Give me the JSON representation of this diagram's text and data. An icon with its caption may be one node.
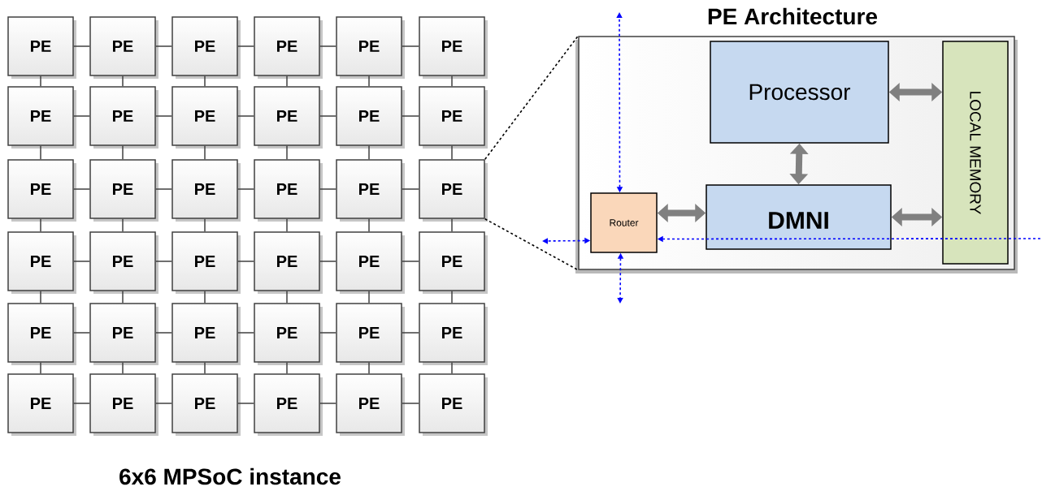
{
  "diagram": {
    "caption": "6x6 MPSoC instance",
    "nodes": [
      {
        "text": [
          "PE"
        ]
      },
      {
        "text": [
          "PE"
        ]
      },
      {
        "text": [
          "PE"
        ]
      },
      {
        "text": [
          "PE"
        ]
      },
      {
        "text": [
          "PE"
        ]
      },
      {
        "text": [
          "PE"
        ]
      },
      {
        "text": [
          "PE"
        ]
      },
      {
        "text": [
          "PE"
        ]
      },
      {
        "text": [
          "PE"
        ]
      },
      {
        "text": [
          "PE"
        ]
      },
      {
        "text": [
          "PE"
        ]
      },
      {
        "text": [
          "PE"
        ]
      },
      {
        "text": [
          "PE"
        ]
      },
      {
        "text": [
          "PE"
        ]
      },
      {
        "text": [
          "PE"
        ]
      },
      {
        "text": [
          "PE"
        ]
      },
      {
        "text": [
          "PE"
        ]
      },
      {
        "text": [
          "PE"
        ]
      },
      {
        "text": [
          "PE"
        ]
      },
      {
        "text": [
          "PE"
        ]
      },
      {
        "text": [
          "PE"
        ]
      },
      {
        "text": [
          "PE"
        ]
      },
      {
        "text": [
          "PE"
        ]
      },
      {
        "text": [
          "PE"
        ]
      },
      {
        "text": [
          "PE"
        ]
      },
      {
        "text": [
          "PE"
        ]
      },
      {
        "text": [
          "PE"
        ]
      },
      {
        "text": [
          "PE"
        ]
      },
      {
        "text": [
          "PE"
        ]
      },
      {
        "text": [
          "PE"
        ]
      },
      {
        "text": [
          "PE"
        ]
      },
      {
        "text": [
          "PE"
        ]
      },
      {
        "text": [
          "PE"
        ]
      },
      {
        "text": [
          "PE"
        ]
      },
      {
        "text": [
          "PE"
        ]
      },
      {
        "text": [
          "PE"
        ]
      },
      {
        "text": [
          "PE Architecture"
        ]
      },
      {
        "text": [
          "Router"
        ],
        "in": 36
      },
      {
        "text": [
          "Processor"
        ],
        "in": 36
      },
      {
        "text": [
          "DMNI"
        ],
        "in": 36
      },
      {
        "text": [
          "LOCAL MEMORY"
        ],
        "in": 36
      }
    ],
    "edges": [
      {
        "from": 0,
        "to": 1,
        "arrow": "none"
      },
      {
        "from": 1,
        "to": 2,
        "arrow": "none"
      },
      {
        "from": 2,
        "to": 3,
        "arrow": "none"
      },
      {
        "from": 3,
        "to": 4,
        "arrow": "none"
      },
      {
        "from": 4,
        "to": 5,
        "arrow": "none"
      },
      {
        "from": 0,
        "to": 6,
        "arrow": "none"
      },
      {
        "from": 1,
        "to": 7,
        "arrow": "none"
      },
      {
        "from": 2,
        "to": 8,
        "arrow": "none"
      },
      {
        "from": 3,
        "to": 9,
        "arrow": "none"
      },
      {
        "from": 4,
        "to": 10,
        "arrow": "none"
      },
      {
        "from": 5,
        "to": 11,
        "arrow": "none"
      },
      {
        "from": 6,
        "to": 7,
        "arrow": "none"
      },
      {
        "from": 7,
        "to": 8,
        "arrow": "none"
      },
      {
        "from": 8,
        "to": 9,
        "arrow": "none"
      },
      {
        "from": 9,
        "to": 10,
        "arrow": "none"
      },
      {
        "from": 10,
        "to": 11,
        "arrow": "none"
      },
      {
        "from": 6,
        "to": 12,
        "arrow": "none"
      },
      {
        "from": 7,
        "to": 13,
        "arrow": "none"
      },
      {
        "from": 8,
        "to": 14,
        "arrow": "none"
      },
      {
        "from": 9,
        "to": 15,
        "arrow": "none"
      },
      {
        "from": 10,
        "to": 16,
        "arrow": "none"
      },
      {
        "from": 11,
        "to": 17,
        "arrow": "none"
      },
      {
        "from": 12,
        "to": 13,
        "arrow": "none"
      },
      {
        "from": 13,
        "to": 14,
        "arrow": "none"
      },
      {
        "from": 14,
        "to": 15,
        "arrow": "none"
      },
      {
        "from": 15,
        "to": 16,
        "arrow": "none"
      },
      {
        "from": 16,
        "to": 17,
        "arrow": "none"
      },
      {
        "from": 12,
        "to": 18,
        "arrow": "none"
      },
      {
        "from": 13,
        "to": 19,
        "arrow": "none"
      },
      {
        "from": 14,
        "to": 20,
        "arrow": "none"
      },
      {
        "from": 15,
        "to": 21,
        "arrow": "none"
      },
      {
        "from": 16,
        "to": 22,
        "arrow": "none"
      },
      {
        "from": 17,
        "to": 23,
        "arrow": "none"
      },
      {
        "from": 18,
        "to": 19,
        "arrow": "none"
      },
      {
        "from": 19,
        "to": 20,
        "arrow": "none"
      },
      {
        "from": 20,
        "to": 21,
        "arrow": "none"
      },
      {
        "from": 21,
        "to": 22,
        "arrow": "none"
      },
      {
        "from": 22,
        "to": 23,
        "arrow": "none"
      },
      {
        "from": 18,
        "to": 24,
        "arrow": "none"
      },
      {
        "from": 19,
        "to": 25,
        "arrow": "none"
      },
      {
        "from": 20,
        "to": 26,
        "arrow": "none"
      },
      {
        "from": 21,
        "to": 27,
        "arrow": "none"
      },
      {
        "from": 22,
        "to": 28,
        "arrow": "none"
      },
      {
        "from": 23,
        "to": 29,
        "arrow": "none"
      },
      {
        "from": 24,
        "to": 25,
        "arrow": "none"
      },
      {
        "from": 25,
        "to": 26,
        "arrow": "none"
      },
      {
        "from": 26,
        "to": 27,
        "arrow": "none"
      },
      {
        "from": 27,
        "to": 28,
        "arrow": "none"
      },
      {
        "from": 28,
        "to": 29,
        "arrow": "none"
      },
      {
        "from": 24,
        "to": 30,
        "arrow": "none"
      },
      {
        "from": 25,
        "to": 31,
        "arrow": "none"
      },
      {
        "from": 26,
        "to": 32,
        "arrow": "none"
      },
      {
        "from": 27,
        "to": 33,
        "arrow": "none"
      },
      {
        "from": 28,
        "to": 34,
        "arrow": "none"
      },
      {
        "from": 29,
        "to": 35,
        "arrow": "none"
      },
      {
        "from": 30,
        "to": 31,
        "arrow": "none"
      },
      {
        "from": 31,
        "to": 32,
        "arrow": "none"
      },
      {
        "from": 32,
        "to": 33,
        "arrow": "none"
      },
      {
        "from": 33,
        "to": 34,
        "arrow": "none"
      },
      {
        "from": 34,
        "to": 35,
        "arrow": "none"
      },
      {
        "from": 17,
        "to": 36,
        "arrow": "none",
        "style": "dashed"
      },
      {
        "from": 17,
        "to": 36,
        "arrow": "none",
        "style": "dashed"
      },
      {
        "from": 37,
        "to": 39,
        "arrow": "both",
        "style": "thick",
        "color": "#808080"
      },
      {
        "from": 38,
        "to": 39,
        "arrow": "both",
        "style": "thick",
        "color": "#808080"
      },
      {
        "from": 38,
        "to": 40,
        "arrow": "both",
        "style": "thick",
        "color": "#808080"
      },
      {
        "from": 39,
        "to": 40,
        "arrow": "both",
        "style": "thick",
        "color": "#808080"
      },
      {
        "from": 37,
        "to": null,
        "arrow": "both",
        "style": "dashed",
        "color": "#0000ff"
      },
      {
        "from": 37,
        "to": null,
        "arrow": "both",
        "style": "dashed",
        "color": "#0000ff"
      },
      {
        "from": 37,
        "to": null,
        "arrow": "both",
        "style": "dashed",
        "color": "#0000ff"
      },
      {
        "from": null,
        "to": 37,
        "arrow": "to",
        "style": "dashed",
        "color": "#0000ff"
      }
    ]
  }
}
